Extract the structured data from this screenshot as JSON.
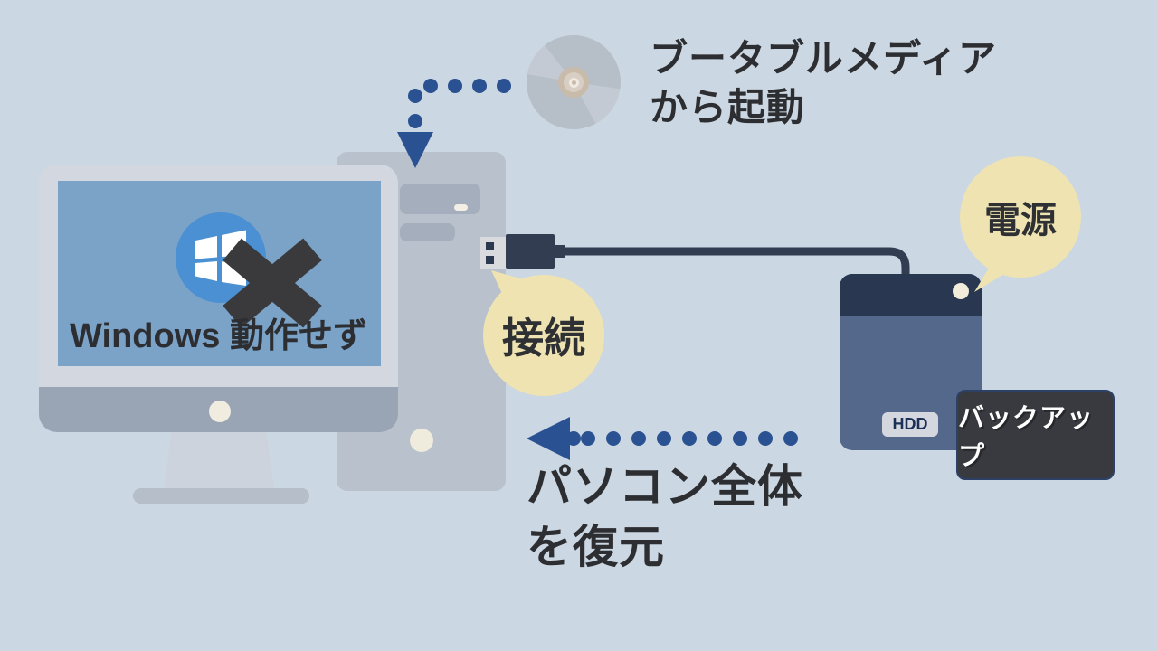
{
  "colors": {
    "background": "#cbd7e2",
    "accent_blue": "#2a5191",
    "bubble_cream": "#eee3b1",
    "dark_text": "#2d2e31",
    "windows_blue": "#4a90d2",
    "hdd_top": "#293850",
    "hdd_body": "#54688c",
    "backup_box": "#393a3f",
    "cable_dark": "#323d51"
  },
  "screen": {
    "status_text": "Windows 動作せず"
  },
  "bootable_media": {
    "line1": "ブータブルメディア",
    "line2": "から起動"
  },
  "connect_bubble": {
    "label": "接続"
  },
  "power_bubble": {
    "label": "電源"
  },
  "hdd": {
    "badge": "HDD",
    "tag": "バックアップ"
  },
  "restore": {
    "line1": "パソコン全体",
    "line2": "を復元"
  },
  "icons": {
    "windows_logo": "windows-flag",
    "error_mark": "x-cross",
    "disc": "cd-dvd",
    "boot_arrow": "arrow-down",
    "restore_arrow": "arrow-left"
  }
}
